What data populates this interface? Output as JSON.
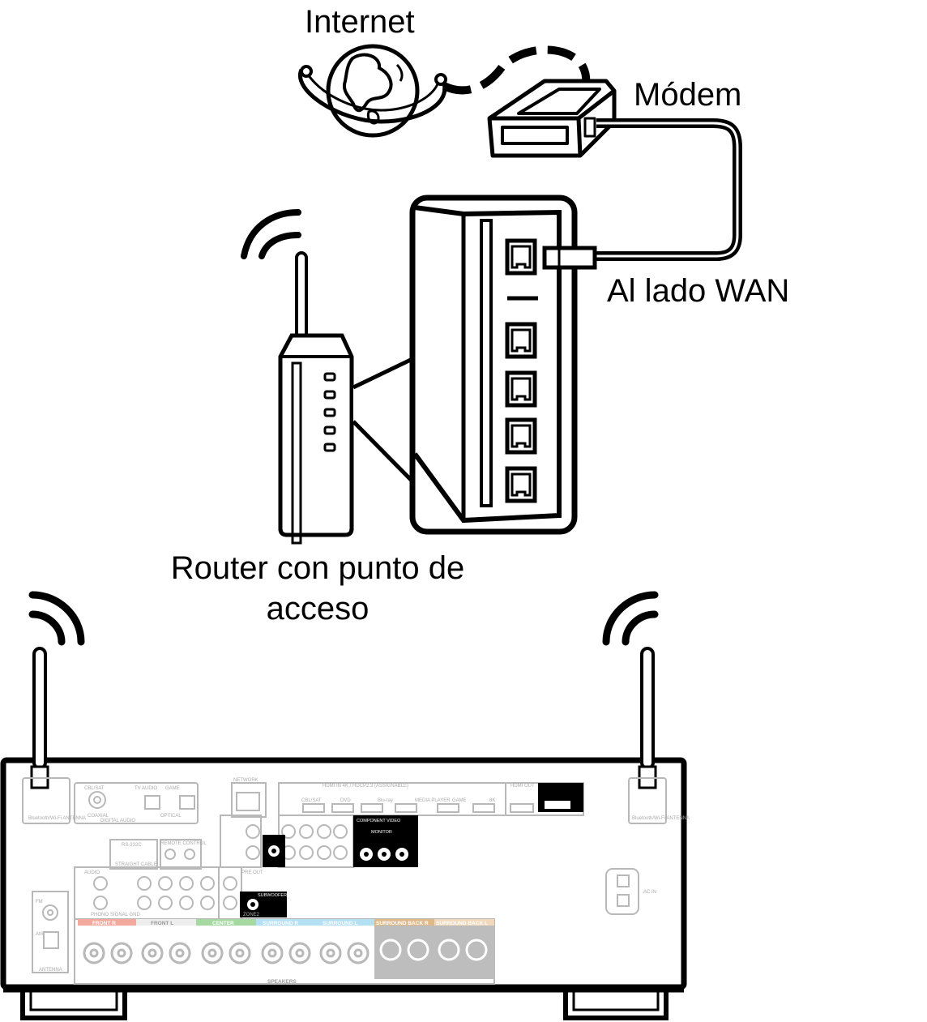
{
  "labels": {
    "internet": "Internet",
    "modem": "Módem",
    "wan_side": "Al lado WAN",
    "router": "Router con punto de acceso"
  },
  "receiver_panel": {
    "left_antenna": "Bluetooth/Wi-Fi ANTENNA",
    "right_antenna": "Bluetooth/Wi-Fi ANTENNA",
    "network": "NETWORK",
    "digital_audio": "DIGITAL AUDIO",
    "digital_inputs": [
      "CBL/SAT",
      "TV AUDIO",
      "GAME"
    ],
    "coaxial": "COAXIAL",
    "optical": "OPTICAL",
    "hdmi_header": "HDMI IN 4K / HDCP2.3 (ASSIGNABLE)",
    "hdmi_inputs": [
      "CBL/SAT",
      "DVD",
      "Blu-ray",
      "MEDIA PLAYER",
      "GAME",
      "8K"
    ],
    "hdmi_out": "HDMI OUT",
    "monitor": "MONITOR",
    "rs232c": "RS-232C",
    "straight_cable": "STRAIGHT CABLE",
    "remote_control": "REMOTE CONTROL",
    "audio": "AUDIO",
    "phono": "PHONO",
    "signal_gnd": "SIGNAL GND",
    "pre_out": "PRE OUT",
    "subwoofer": "SUBWOOFER",
    "zone2": "ZONE2",
    "component": "COMPONENT VIDEO",
    "ac_in": "AC IN",
    "fm": "FM",
    "am": "AM",
    "antenna": "ANTENNA",
    "speakers": "SPEAKERS",
    "speaker_groups": [
      "FRONT R",
      "FRONT L",
      "CENTER",
      "SURROUND R",
      "SURROUND L",
      "SURROUND BACK R",
      "SURROUND BACK L"
    ],
    "speaker_colors": [
      "#e5412c",
      "#ffffff",
      "#3aaa35",
      "#48b7e6",
      "#48b7e6",
      "#c7863a",
      "#c7863a"
    ]
  }
}
